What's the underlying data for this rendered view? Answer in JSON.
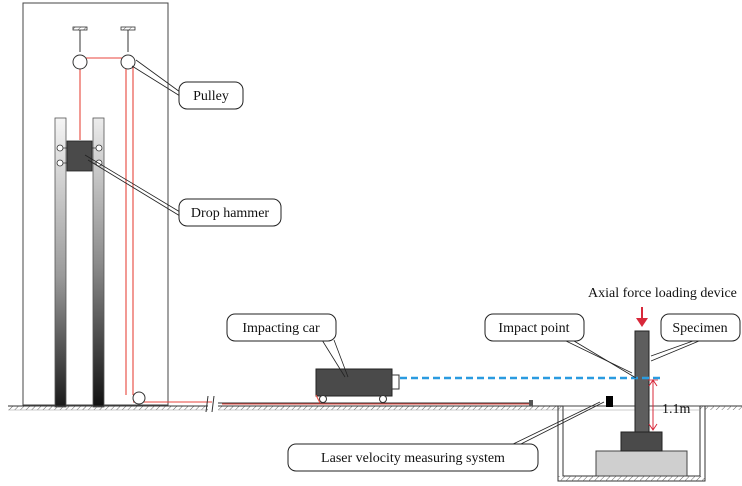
{
  "labels": {
    "pulley": "Pulley",
    "drop_hammer": "Drop hammer",
    "axial_force": "Axial force loading device",
    "impacting_car": "Impacting car",
    "impact_point": "Impact point",
    "specimen": "Specimen",
    "height": "1.1m",
    "laser_system": "Laser velocity measuring system"
  },
  "colors": {
    "rope": "#e8463c",
    "arrow": "#d8283a",
    "laser": "#2a9be0",
    "dark_block": "#4a4a4a",
    "column_gray": "#5e5e5e",
    "ground_line": "#333333",
    "base_fill": "#cfcfcf"
  }
}
